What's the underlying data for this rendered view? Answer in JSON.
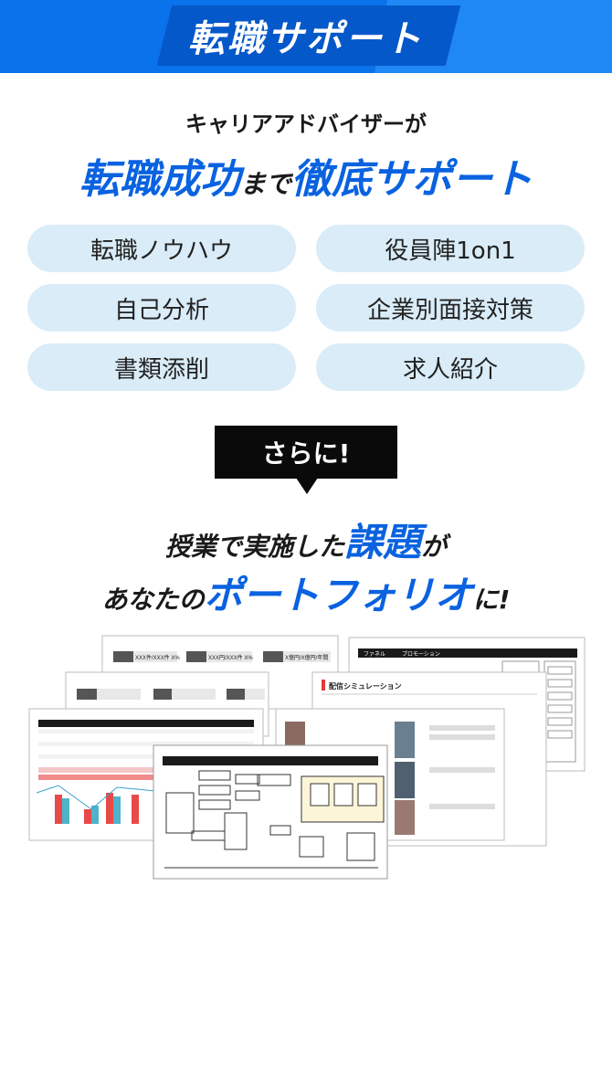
{
  "banner": {
    "title": "転職サポート"
  },
  "intro": {
    "lead": "キャリアアドバイザーが",
    "headline_blue_1": "転職成功",
    "headline_black": "まで",
    "headline_blue_2": "徹底サポート"
  },
  "services": [
    "転職ノウハウ",
    "役員陣1on1",
    "自己分析",
    "企業別面接対策",
    "書類添削",
    "求人紹介"
  ],
  "more": {
    "tag": "さらに!",
    "line1_black": "授業で実施した",
    "line1_blue": "課題",
    "line1_suffix": "が",
    "line2_black": "あなたの",
    "line2_blue": "ポートフォリオ",
    "line2_suffix": "に!"
  },
  "documents": {
    "sheet_labels": [
      "XXX件/XXX件 X%",
      "XXX円/XXX件 X%",
      "X億円/X億円/年間"
    ],
    "delivery_title": "配信シミュレーション",
    "promotion_title": "プロモーション",
    "funnel_title": "ファネル"
  },
  "colors": {
    "banner_blue": "#0a72ea",
    "accent_blue": "#0a62e0",
    "pill_bg": "#d9ecf8",
    "tag_bg": "#0a0a0a"
  }
}
